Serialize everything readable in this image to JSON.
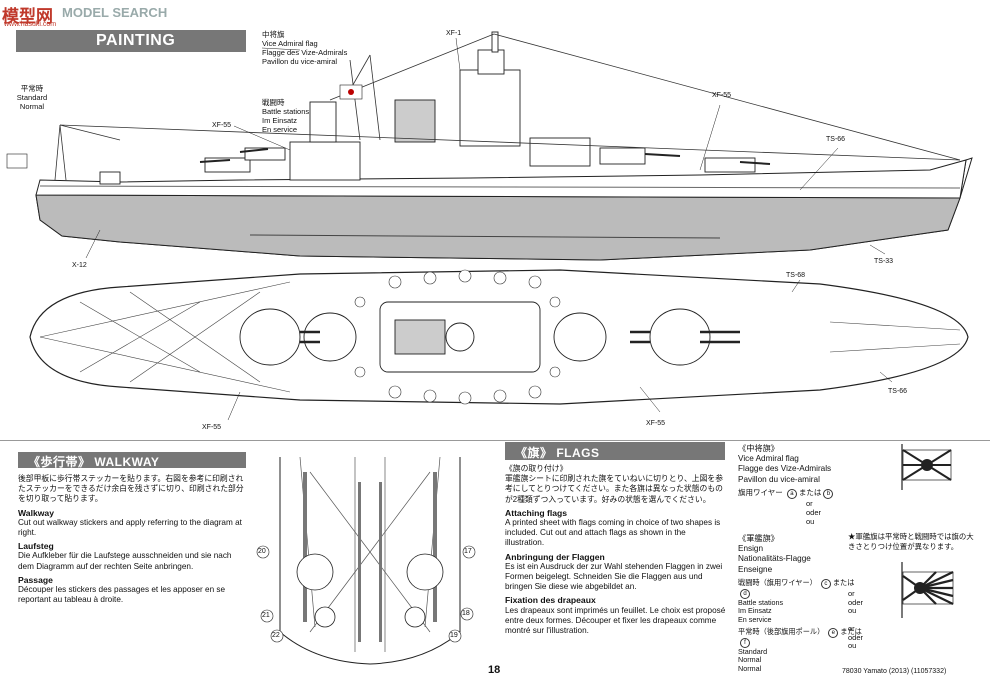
{
  "watermark": {
    "logo": "模型网",
    "site": "MODEL SEARCH",
    "domain": "www.hasuki.com"
  },
  "painting": {
    "title": "PAINTING"
  },
  "labels": {
    "standard": [
      "平常時",
      "Standard",
      "Normal"
    ],
    "flag_vice_top": [
      "中将旗",
      "Vice Admiral flag",
      "Flagge des Vize-Admirals",
      "Pavillon du vice-amiral"
    ],
    "battle": [
      "戦闘時",
      "Battle stations",
      "Im Einsatz",
      "En service"
    ],
    "xf1": "XF-1",
    "xf55a": "XF-55",
    "xf55b": "XF-55",
    "xf55c": "XF-55",
    "xf55d": "XF-55",
    "ts66a": "TS-66",
    "ts66b": "TS-66",
    "ts68": "TS-68",
    "ts33": "TS-33",
    "x12": "X-12"
  },
  "walkway": {
    "title": "《歩行帯》 WALKWAY",
    "jp": "後部甲板に歩行帯ステッカーを貼ります。右図を参考に印刷されたステッカーをできるだけ余白を残さずに切り、印刷された部分を切り取って貼ります。",
    "en_h": "Walkway",
    "en": "Cut out walkway stickers and apply referring to the diagram at right.",
    "de_h": "Laufsteg",
    "de": "Die Aufkleber für die Laufstege ausschneiden und sie nach dem Diagramm auf der rechten Seite anbringen.",
    "fr_h": "Passage",
    "fr": "Découper les stickers des passages et les apposer en se reportant au tableau à droite.",
    "nums": [
      "20",
      "21",
      "22",
      "17",
      "18",
      "19"
    ]
  },
  "flags": {
    "title": "《旗》 FLAGS",
    "jp_h": "《旗の取り付け》",
    "jp": "軍艦旗シートに印刷された旗をていねいに切りとり、上図を参考にしてとりつけてください。また各旗は異なった状態のものが2種類ずつ入っています。好みの状態を選んでください。",
    "en_h": "Attaching flags",
    "en": "A printed sheet with flags coming in choice of two shapes is included. Cut out and attach flags as shown in the illustration.",
    "de_h": "Anbringung der Flaggen",
    "de": "Es ist ein Ausdruck der zur Wahl stehenden Flaggen in zwei Formen beigelegt. Schneiden Sie die Flaggen aus und bringen Sie diese wie abgebildet an.",
    "fr_h": "Fixation des drapeaux",
    "fr": "Les drapeaux sont imprimés un feuillet. Le choix est proposé entre deux formes. Découper et fixer les drapeaux comme montré sur l'illustration."
  },
  "vice": {
    "title_jp": "《中将旗》",
    "lines": [
      "Vice Admiral flag",
      "Flagge des Vize-Admirals",
      "Pavillon du vice-amiral"
    ],
    "wire": "旗用ワイヤー",
    "a": "a",
    "b": "b",
    "mata": "または",
    "or": "or",
    "oder": "oder",
    "ou": "ou"
  },
  "ensign": {
    "title_jp": "《軍艦旗》",
    "lines": [
      "Ensign",
      "Nationalitäts-Flagge",
      "Enseigne"
    ],
    "note": "★軍艦旗は平常時と戦闘時では旗の大きさとりつけ位置が異なります。",
    "battle_jp": "戦闘時（旗用ワイヤー）",
    "battle": [
      "Battle stations",
      "Im Einsatz",
      "En service"
    ],
    "normal_jp": "平常時（後部旗用ポール）",
    "normal": [
      "Standard",
      "Normal",
      "Normal"
    ],
    "c": "c",
    "d": "d",
    "e": "e",
    "f": "f",
    "mata": "または",
    "or": "or",
    "oder": "oder",
    "ou": "ou"
  },
  "footer": {
    "page": "18",
    "code": "78030 Yamato (2013) (11057332)"
  }
}
